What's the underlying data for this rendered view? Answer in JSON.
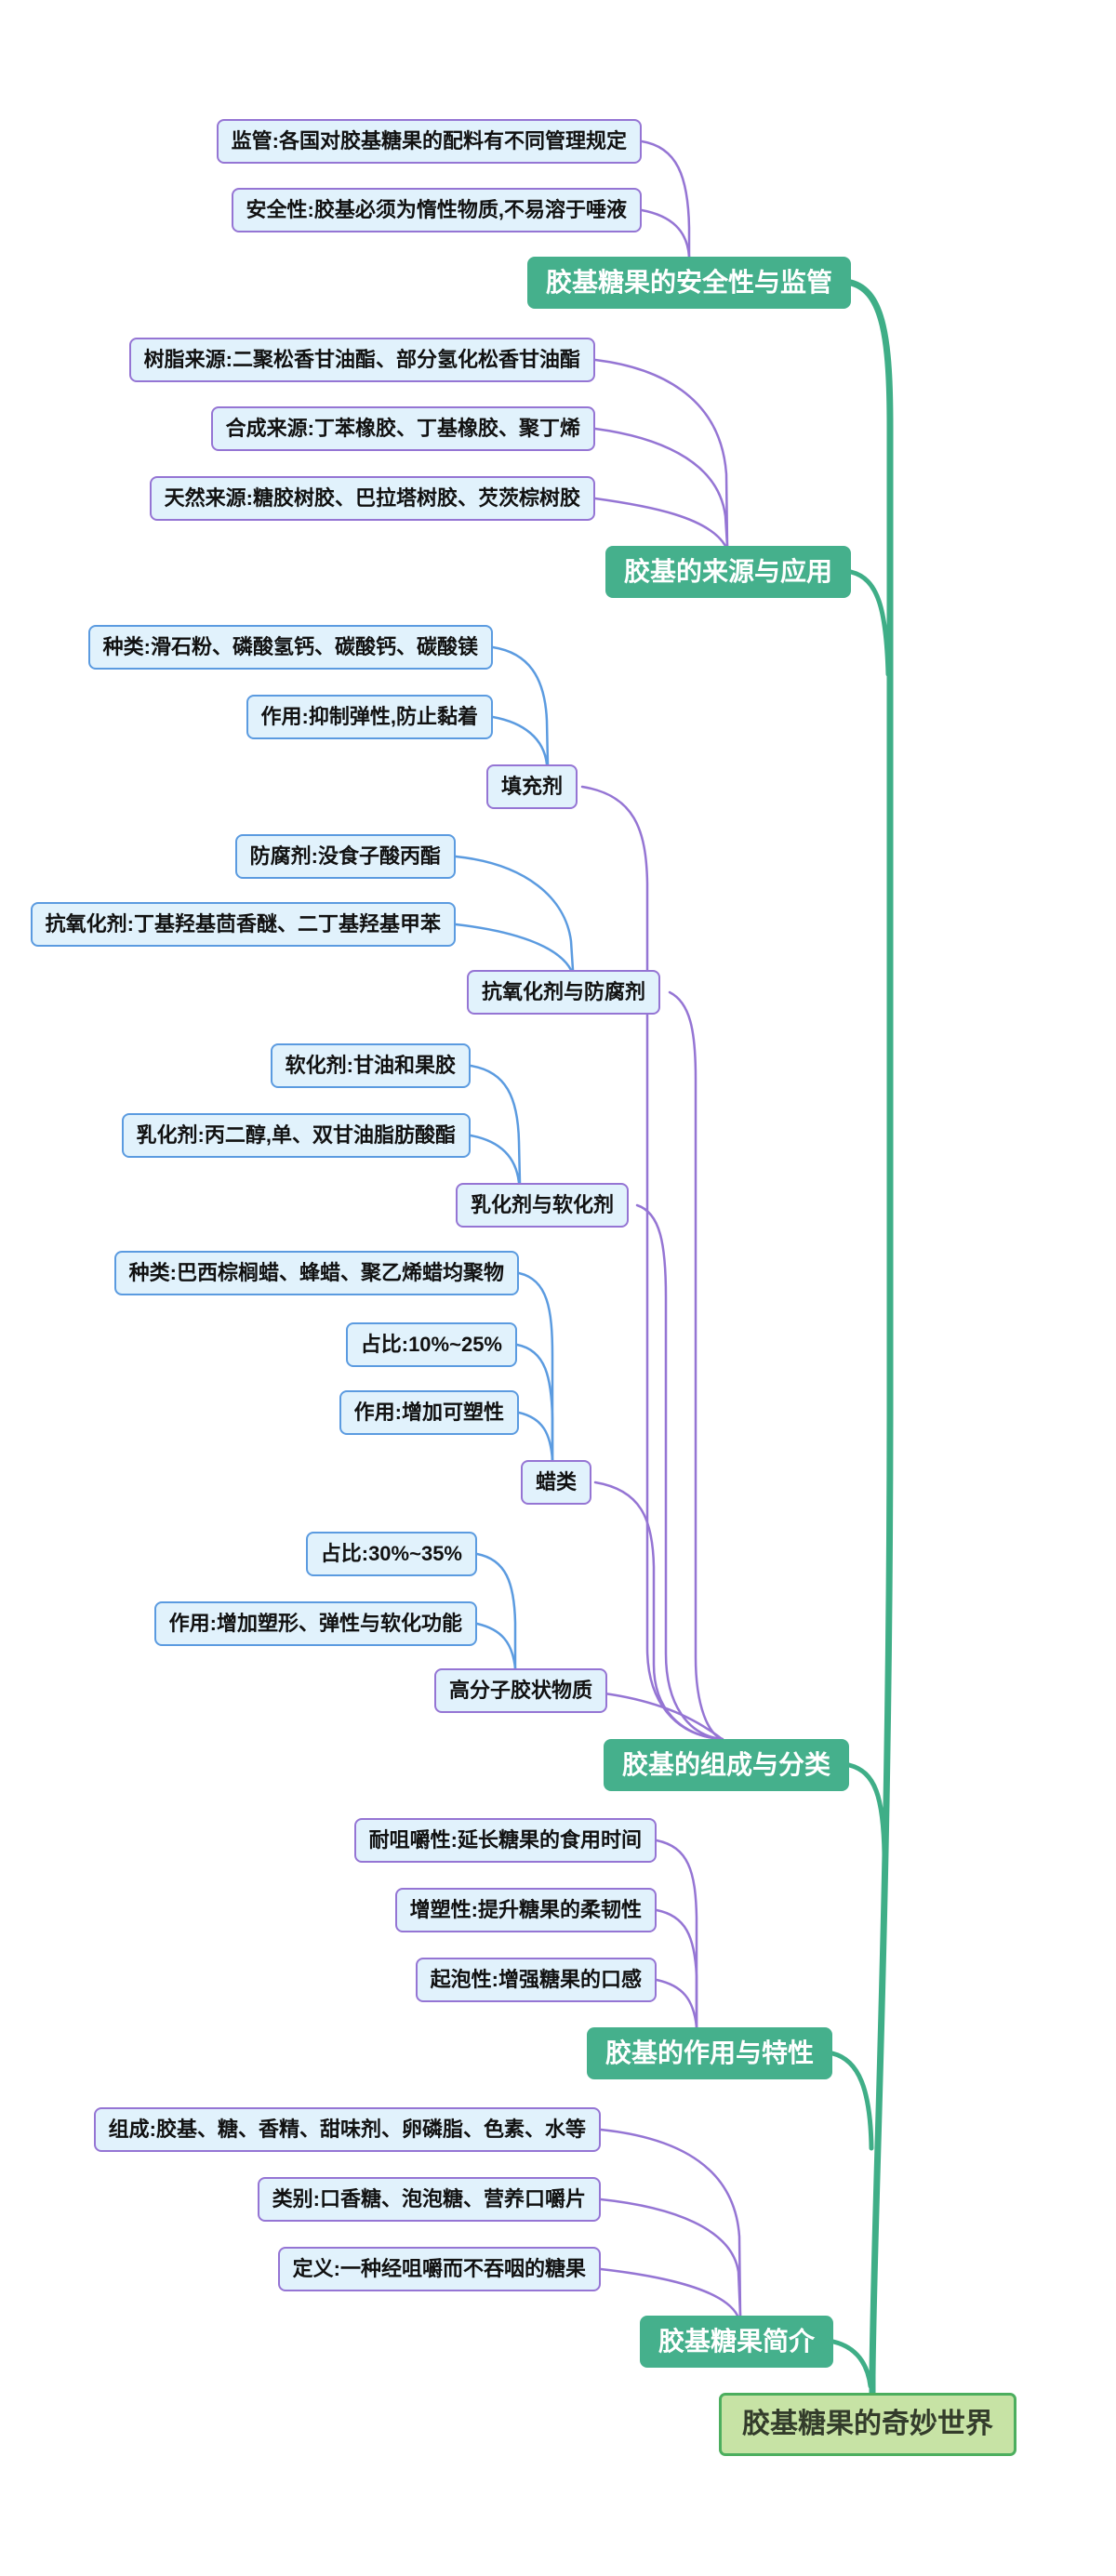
{
  "root": {
    "label": "胶基糖果的奇妙世界"
  },
  "colors": {
    "purple": "#9575d4",
    "blue": "#5b9be0",
    "green": "#45b08c",
    "trunk": "#3fae87",
    "leaf-bg": "#e1f2fc",
    "root-bg": "#c7e3a5",
    "root-border": "#4cae5e",
    "root-text": "#333c2b",
    "leaf-text": "#111111"
  },
  "branches": [
    {
      "label": "胶基糖果的安全性与监管",
      "leaves": [
        "监管:各国对胶基糖果的配料有不同管理规定",
        "安全性:胶基必须为惰性物质,不易溶于唾液"
      ]
    },
    {
      "label": "胶基的来源与应用",
      "leaves": [
        "树脂来源:二聚松香甘油酯、部分氢化松香甘油酯",
        "合成来源:丁苯橡胶、丁基橡胶、聚丁烯",
        "天然来源:糖胶树胶、巴拉塔树胶、芡茨棕树胶"
      ]
    },
    {
      "label": "胶基的组成与分类",
      "groups": [
        {
          "label": "填充剂",
          "leaves": [
            "种类:滑石粉、磷酸氢钙、碳酸钙、碳酸镁",
            "作用:抑制弹性,防止黏着"
          ]
        },
        {
          "label": "抗氧化剂与防腐剂",
          "leaves": [
            "防腐剂:没食子酸丙酯",
            "抗氧化剂:丁基羟基茴香醚、二丁基羟基甲苯"
          ]
        },
        {
          "label": "乳化剂与软化剂",
          "leaves": [
            "软化剂:甘油和果胶",
            "乳化剂:丙二醇,单、双甘油脂肪酸酯"
          ]
        },
        {
          "label": "蜡类",
          "leaves": [
            "种类:巴西棕榈蜡、蜂蜡、聚乙烯蜡均聚物",
            "占比:10%~25%",
            "作用:增加可塑性"
          ]
        },
        {
          "label": "高分子胶状物质",
          "leaves": [
            "占比:30%~35%",
            "作用:增加塑形、弹性与软化功能"
          ]
        }
      ]
    },
    {
      "label": "胶基的作用与特性",
      "leaves": [
        "耐咀嚼性:延长糖果的食用时间",
        "增塑性:提升糖果的柔韧性",
        "起泡性:增强糖果的口感"
      ]
    },
    {
      "label": "胶基糖果简介",
      "leaves": [
        "组成:胶基、糖、香精、甜味剂、卵磷脂、色素、水等",
        "类别:口香糖、泡泡糖、营养口嚼片",
        "定义:一种经咀嚼而不吞咽的糖果"
      ]
    }
  ]
}
